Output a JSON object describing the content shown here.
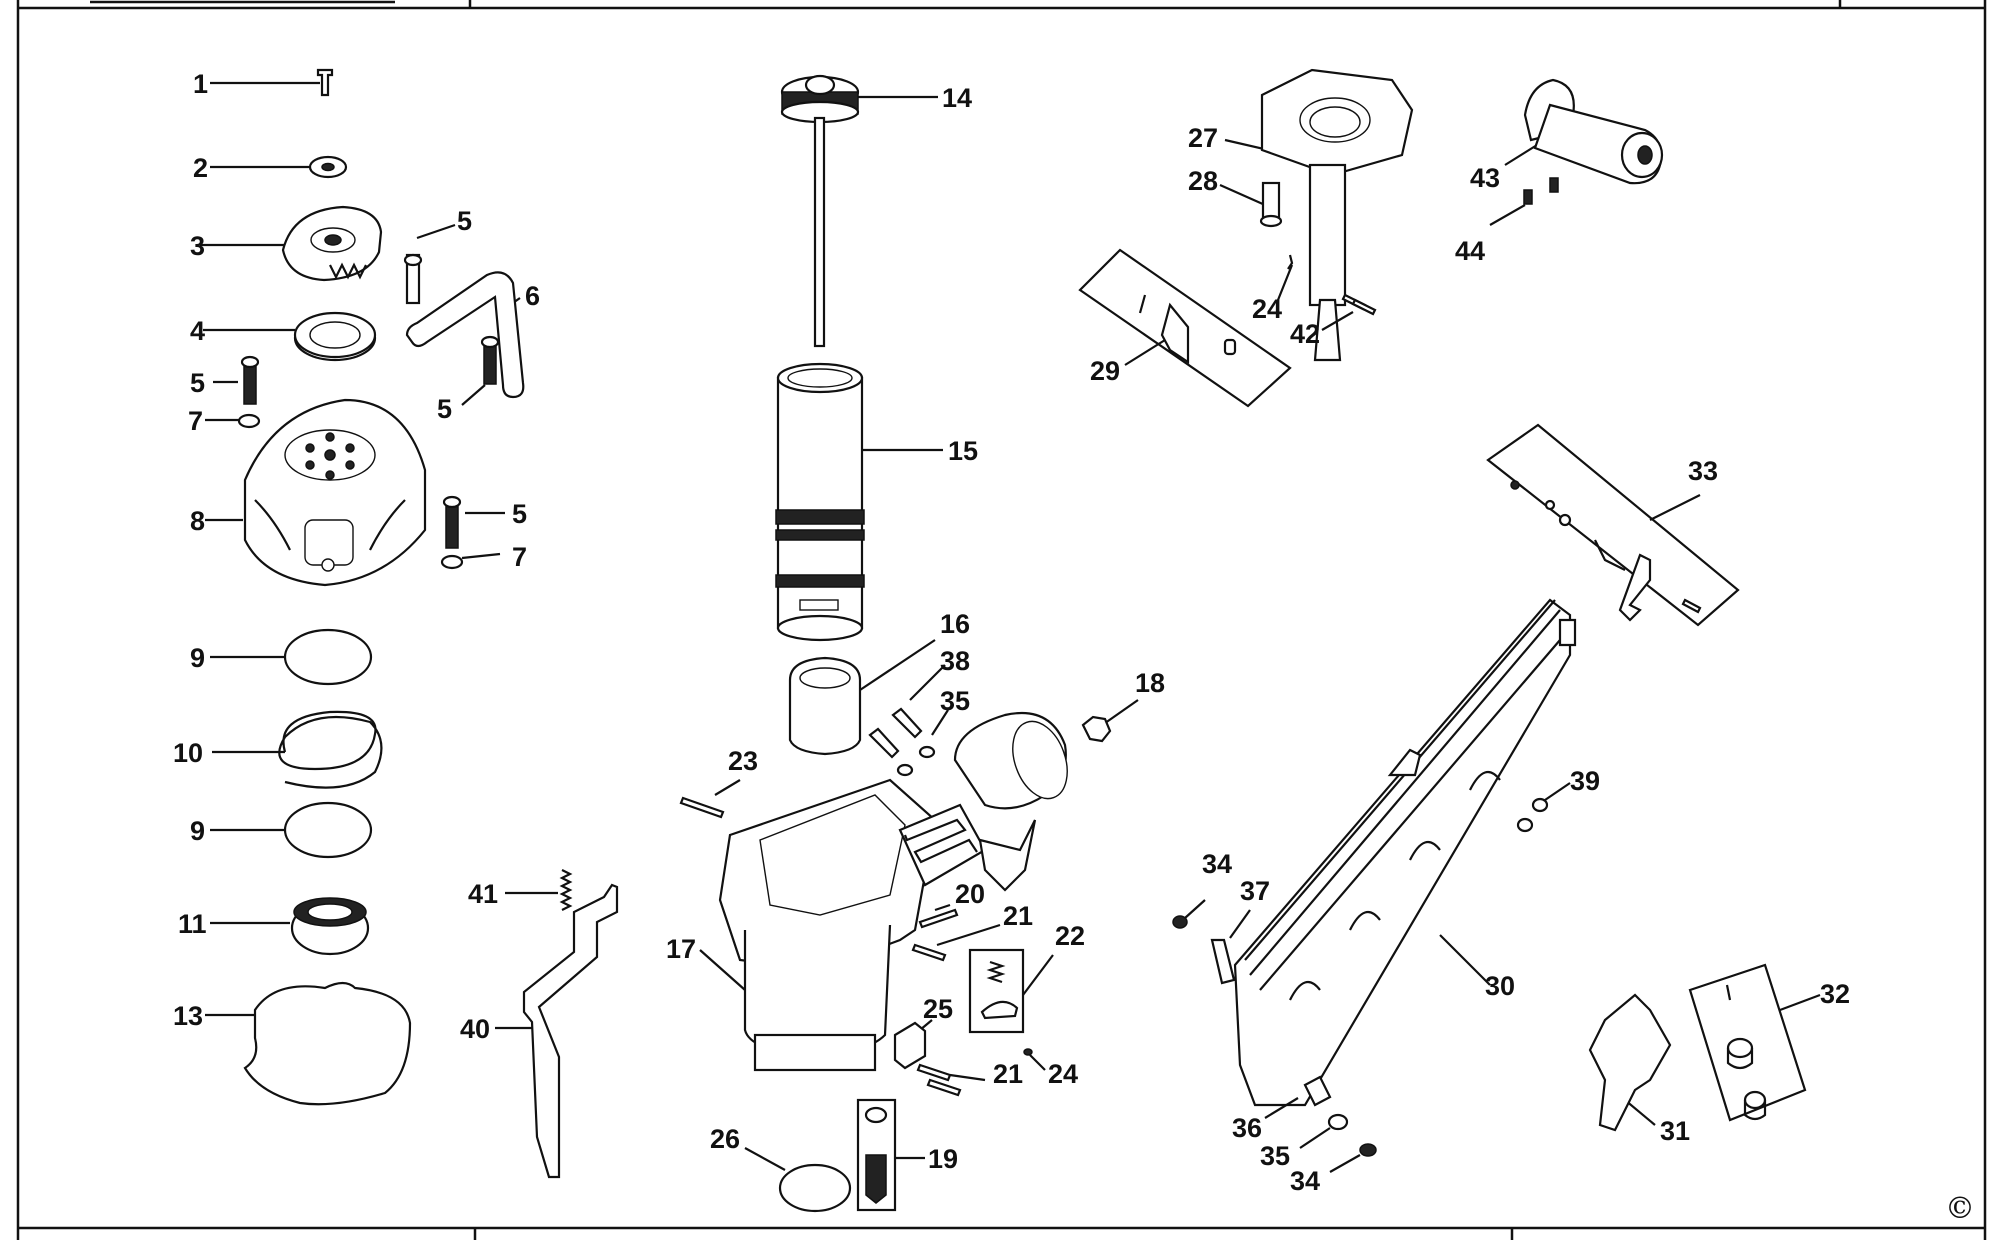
{
  "diagram": {
    "copyright_symbol": "©",
    "part_labels": [
      "1",
      "2",
      "3",
      "5",
      "6",
      "4",
      "5",
      "7",
      "5",
      "8",
      "5",
      "7",
      "9",
      "10",
      "9",
      "11",
      "13",
      "41",
      "40",
      "14",
      "15",
      "16",
      "38",
      "35",
      "18",
      "23",
      "20",
      "21",
      "22",
      "17",
      "25",
      "21",
      "24",
      "26",
      "19",
      "27",
      "28",
      "24",
      "42",
      "29",
      "43",
      "44",
      "33",
      "39",
      "34",
      "37",
      "30",
      "36",
      "35",
      "34",
      "31",
      "32"
    ]
  }
}
